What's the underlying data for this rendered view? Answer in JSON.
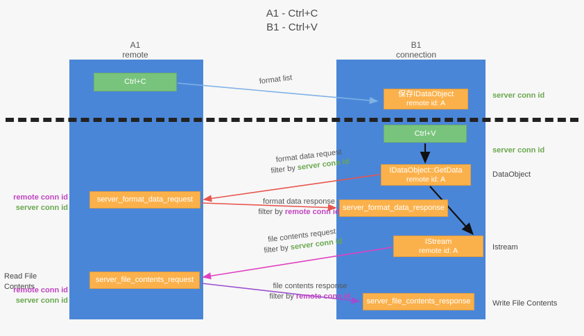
{
  "title": {
    "line1": "A1 - Ctrl+C",
    "line2": "B1 - Ctrl+V"
  },
  "colors": {
    "lane": "#4a86d8",
    "node_green": "#79c47d",
    "node_orange": "#fbb14b",
    "server_conn_id": "#6aa84f",
    "remote_conn_id": "#c045c0",
    "background": "#f7f7f7",
    "divider": "#222222",
    "arrow_format_list": "#7fb2e5",
    "arrow_format_data": "#e8554d",
    "arrow_file_request": "#e040c0",
    "arrow_file_response": "#9b4fd0",
    "arrow_flow": "#111111"
  },
  "lanes": [
    {
      "name": "A1",
      "subtitle": "remote"
    },
    {
      "name": "B1",
      "subtitle": "connection"
    }
  ],
  "nodes": {
    "ctrl_c": {
      "label": "Ctrl+C",
      "color": "green"
    },
    "save_dataobject": {
      "line1": "保存IDataObject",
      "line2": "remote id: A",
      "color": "orange"
    },
    "ctrl_v": {
      "label": "Ctrl+V",
      "color": "green"
    },
    "getdata": {
      "line1": "IDataObject::GetData",
      "line2": "remote id: A",
      "color": "orange"
    },
    "format_data_request": {
      "label": "server_format_data_request",
      "color": "orange"
    },
    "format_data_response": {
      "label": "server_format_data_response",
      "color": "orange"
    },
    "istream": {
      "line1": "IStream",
      "line2": "remote id: A",
      "color": "orange"
    },
    "file_contents_request": {
      "label": "server_file_contents_request",
      "color": "orange"
    },
    "file_contents_response": {
      "label": "server_file_contents_response",
      "color": "orange"
    }
  },
  "edge_labels": {
    "format_list": "format list",
    "format_data_request": {
      "line1": "format data request",
      "prefix": "filter by ",
      "token": "server conn id",
      "token_color": "server"
    },
    "format_data_response": {
      "line1": "format data response",
      "prefix": "filter by ",
      "token": "remote conn id",
      "token_color": "remote"
    },
    "file_contents_request": {
      "line1": "file contents request",
      "prefix": "filter by ",
      "token": "server conn id",
      "token_color": "server"
    },
    "file_contents_response": {
      "line1": "file contents response",
      "prefix": "filter by ",
      "token": "remote conn id",
      "token_color": "remote"
    }
  },
  "annotations": {
    "right": [
      {
        "text": "server conn id",
        "color": "server"
      },
      {
        "text": "server conn id",
        "color": "server"
      },
      {
        "text": "DataObject",
        "color": "plain"
      },
      {
        "text": "Istream",
        "color": "plain"
      },
      {
        "text": "Write File Contents",
        "color": "plain"
      }
    ],
    "left": {
      "conn_top": {
        "remote": "remote conn id",
        "server": "server conn id"
      },
      "read_file_contents": "Read File Contents",
      "conn_bottom": {
        "remote": "remote conn id",
        "server": "server conn id"
      }
    }
  }
}
